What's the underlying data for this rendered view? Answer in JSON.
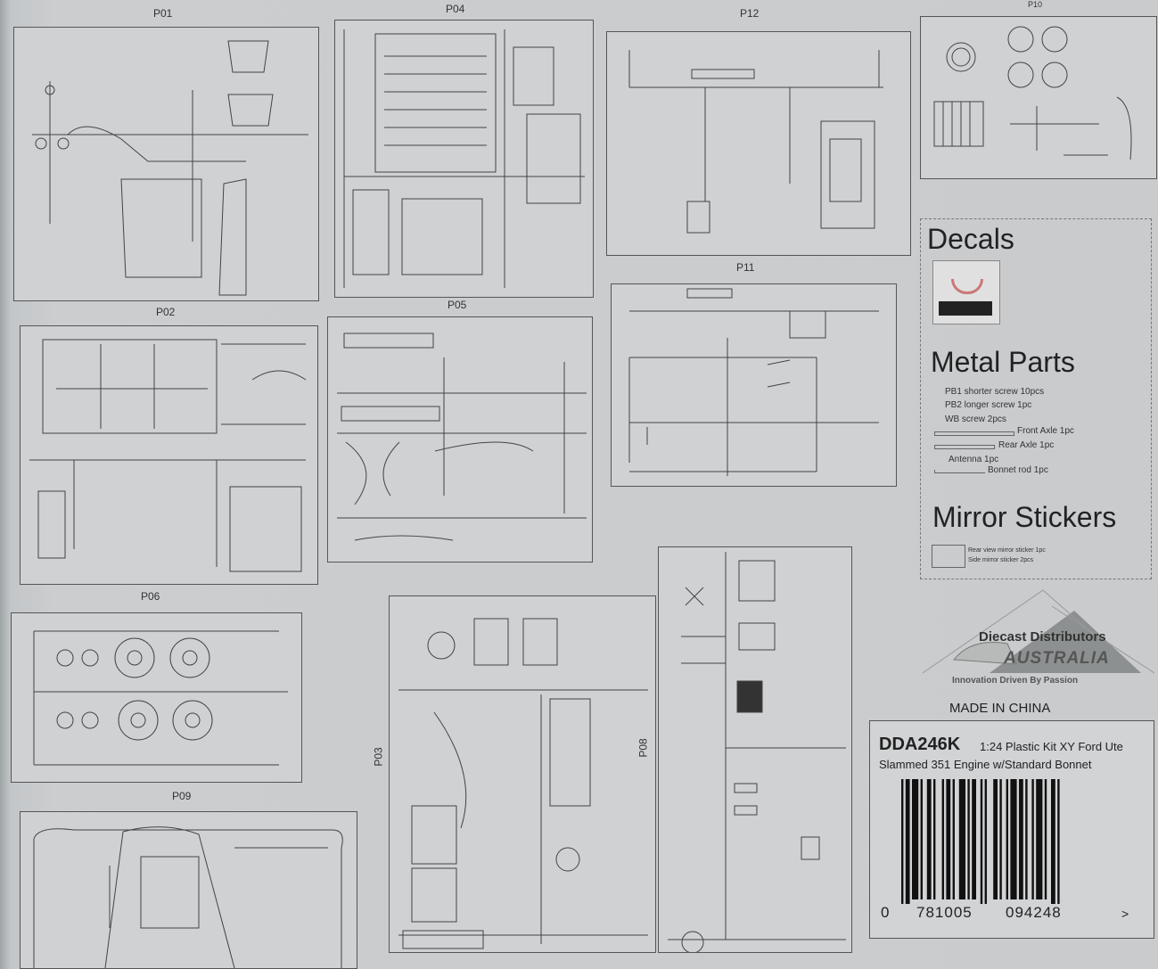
{
  "parts": {
    "p01": "P01",
    "p04": "P04",
    "p12": "P12",
    "p10": "P10",
    "p02": "P02",
    "p05": "P05",
    "p11": "P11",
    "p06": "P06",
    "p03": "P03",
    "p08": "P08",
    "p09": "P09"
  },
  "decals": {
    "title": "Decals"
  },
  "metal_parts": {
    "title": "Metal Parts",
    "items": [
      "PB1 shorter screw 10pcs",
      "PB2 longer screw 1pc",
      "WB screw 2pcs",
      "Front Axle 1pc",
      "Rear Axle 1pc",
      "Antenna 1pc",
      "Bonnet rod 1pc"
    ]
  },
  "mirror_stickers": {
    "title": "Mirror Stickers",
    "items": [
      "Rear view mirror sticker 1pc",
      "Side mirror sticker 2pcs"
    ]
  },
  "logo": {
    "line1": "Diecast Distributors",
    "line2": "AUSTRALIA",
    "tagline": "Innovation Driven By Passion"
  },
  "origin": "MADE IN CHINA",
  "product": {
    "code": "DDA246K",
    "line1": "1:24 Plastic Kit XY Ford Ute",
    "line2": "Slammed 351 Engine w/Standard Bonnet",
    "barcode": {
      "first": "0",
      "left": "781005",
      "right": "094248",
      "end": ">"
    }
  }
}
